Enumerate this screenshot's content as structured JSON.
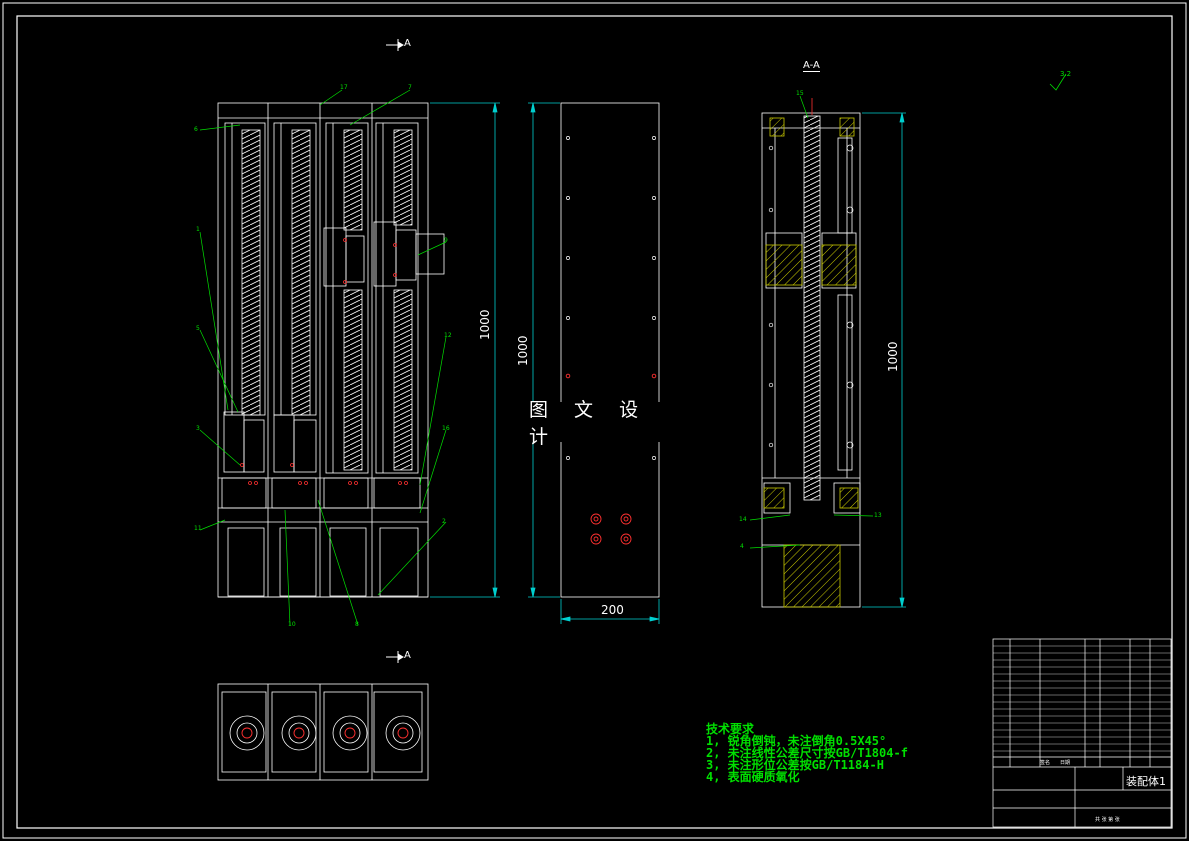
{
  "section_marks": {
    "top": "A",
    "bottom": "A",
    "section_title": "A-A"
  },
  "surface_mark": "3.2",
  "dimensions": {
    "front_height": "1000",
    "plate_height": "1000",
    "plate_width": "200",
    "section_height": "1000"
  },
  "balloons": {
    "front": [
      "6",
      "7",
      "17",
      "1",
      "5",
      "3",
      "11",
      "10",
      "8",
      "9",
      "12",
      "16",
      "2"
    ],
    "section": [
      "15",
      "14",
      "13",
      "4"
    ]
  },
  "watermark": "图 文 设 计",
  "technical_requirements": {
    "title": "技术要求",
    "items": [
      "1, 锐角倒钝，未注倒角0.5X45°",
      "2, 未注线性公差尺寸按GB/T1804-f",
      "3, 未注形位公差按GB/T1184-H",
      "4, 表面硬质氧化"
    ]
  },
  "title_block": {
    "title": "装配体1",
    "sign": "签名",
    "date": "日期",
    "scale_row": "共 张 第 张"
  },
  "colors": {
    "background": "#000000",
    "line": "#ffffff",
    "annotation": "#00e000",
    "dimension": "#00d0d0",
    "hatch": "#d0d000",
    "marker": "#ff3030"
  }
}
